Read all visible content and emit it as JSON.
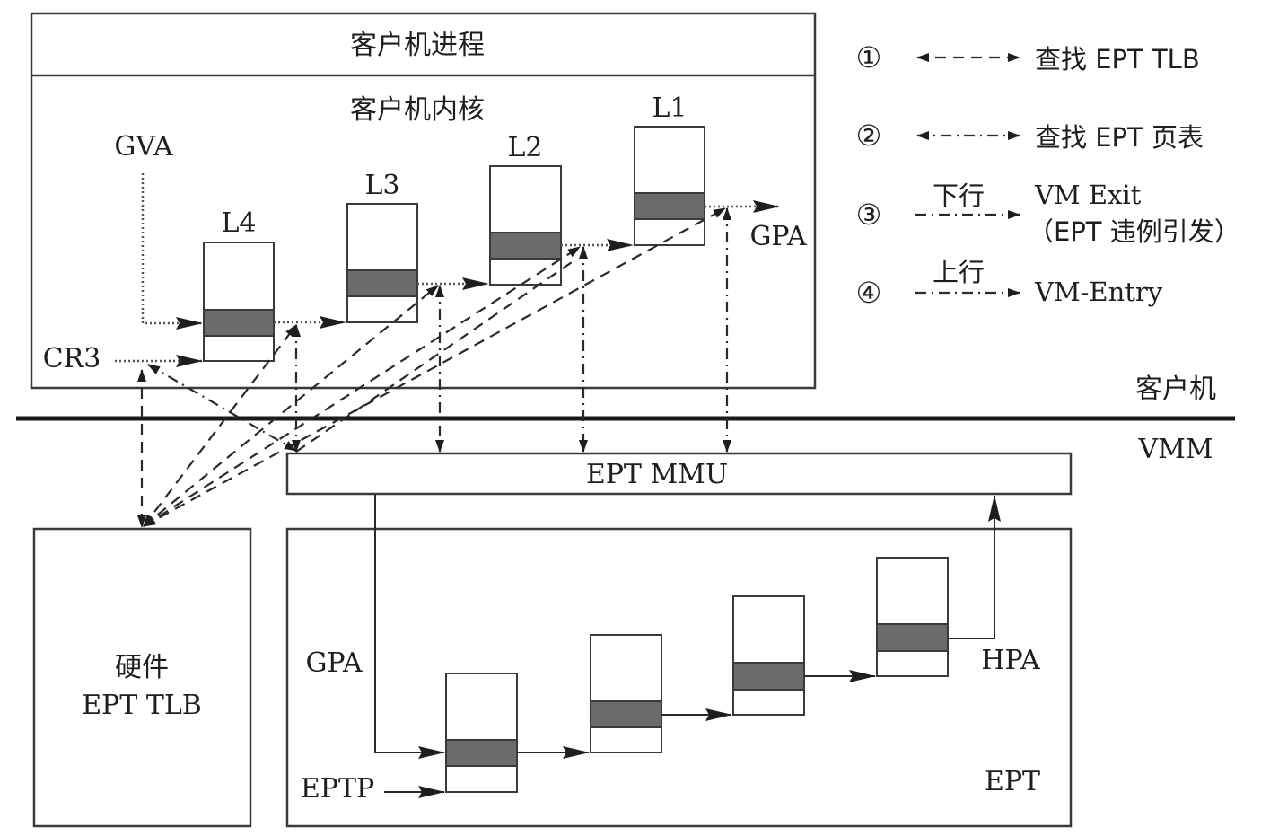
{
  "guest": {
    "process_label": "客户机进程",
    "kernel_label": "客户机内核",
    "gva_label": "GVA",
    "cr3_label": "CR3",
    "gpa_label": "GPA",
    "levels": [
      {
        "id": "L4",
        "label": "L4"
      },
      {
        "id": "L3",
        "label": "L3"
      },
      {
        "id": "L2",
        "label": "L2"
      },
      {
        "id": "L1",
        "label": "L1"
      }
    ]
  },
  "boundary": {
    "guest_label": "客户机",
    "vmm_label": "VMM"
  },
  "ept_mmu": {
    "label": "EPT MMU"
  },
  "hardware_tlb": {
    "line1": "硬件",
    "line2": "EPT TLB"
  },
  "ept": {
    "label": "EPT",
    "gpa_label": "GPA",
    "eptp_label": "EPTP",
    "hpa_label": "HPA",
    "table_count": 4
  },
  "legend": {
    "items": [
      {
        "marker": "①",
        "style": "dashed-bidirectional",
        "above": "",
        "text": "查找 EPT TLB",
        "text2": ""
      },
      {
        "marker": "②",
        "style": "dashdot-bidirectional",
        "above": "",
        "text": "查找 EPT 页表",
        "text2": ""
      },
      {
        "marker": "③",
        "style": "dashdot-right",
        "above": "下行",
        "text": "VM Exit",
        "text2": "（EPT 违例引发）"
      },
      {
        "marker": "④",
        "style": "dashdot-right",
        "above": "上行",
        "text": "VM-Entry",
        "text2": ""
      }
    ]
  },
  "colors": {
    "line": "#2a2a2a",
    "entry_fill": "#6b6b6b",
    "background": "#ffffff"
  }
}
